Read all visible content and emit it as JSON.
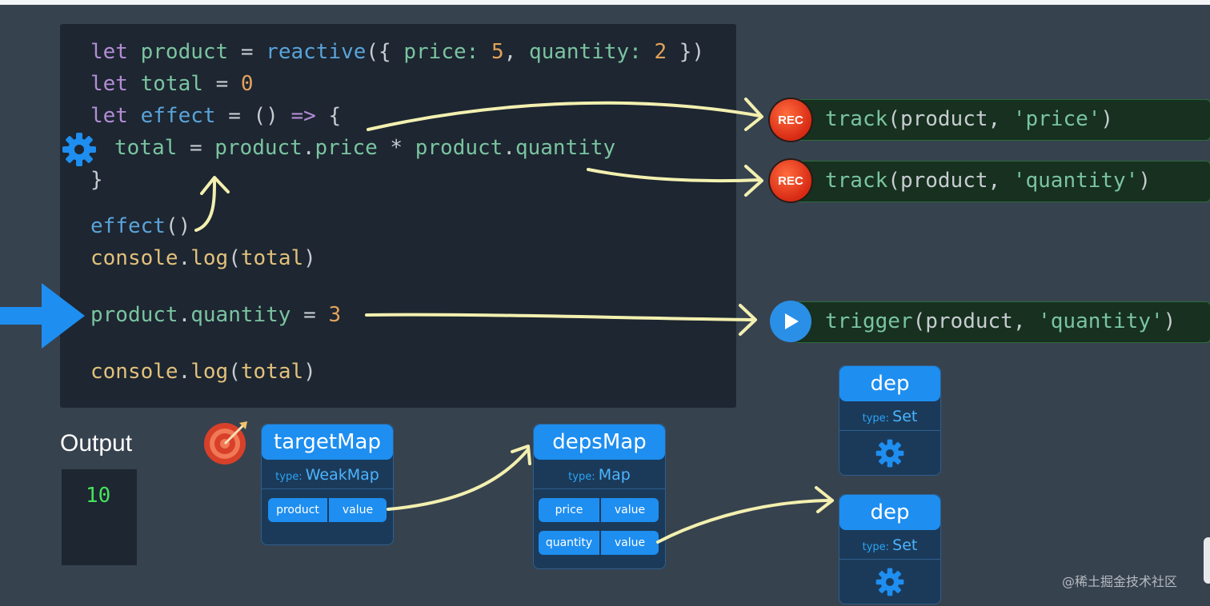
{
  "code": {
    "line1": {
      "kw": "let",
      "var": "product",
      "op": "=",
      "fn": "reactive",
      "rest1": "({ ",
      "k1": "price",
      "c1": ":",
      "n1": "5",
      "sep": ", ",
      "k2": "quantity",
      "c2": ":",
      "n2": "2",
      "end": " })"
    },
    "line2": {
      "kw": "let",
      "var": "total",
      "op": "=",
      "num": "0"
    },
    "line3": {
      "kw": "let",
      "var": "effect",
      "op": "=",
      "rest": "() ",
      "arrow": "=>",
      "brace": "{"
    },
    "line4": {
      "var": "total",
      "op": "=",
      "o1": "product",
      "dot1": ".",
      "p1": "price",
      "mul": "*",
      "o2": "product",
      "dot2": ".",
      "p2": "quantity"
    },
    "line5": {
      "brace": "}"
    },
    "line6": {
      "fn": "effect",
      "rest": "()"
    },
    "line7": {
      "obj": "console",
      "dot": ".",
      "fn": "log",
      "open": "(",
      "arg": "total",
      "close": ")"
    },
    "line8": {
      "obj": "product",
      "dot": ".",
      "prop": "quantity",
      "op": "=",
      "num": "3"
    },
    "line9": {
      "obj": "console",
      "dot": ".",
      "fn": "log",
      "open": "(",
      "arg": "total",
      "close": ")"
    }
  },
  "rec_rows": [
    {
      "badge": "REC",
      "fn": "track",
      "open": "(",
      "arg1": "product",
      "sep": ", ",
      "arg2": "'price'",
      "close": ")"
    },
    {
      "badge": "REC",
      "fn": "track",
      "open": "(",
      "arg1": "product",
      "sep": ", ",
      "arg2": "'quantity'",
      "close": ")"
    }
  ],
  "trigger_row": {
    "fn": "trigger",
    "open": "(",
    "arg1": "product",
    "sep": ", ",
    "arg2": "'quantity'",
    "close": ")"
  },
  "output": {
    "label": "Output",
    "value": "10"
  },
  "target_map": {
    "title": "targetMap",
    "type_label": "type:",
    "type_value": "WeakMap",
    "key": "product",
    "val": "value"
  },
  "deps_map": {
    "title": "depsMap",
    "type_label": "type:",
    "type_value": "Map",
    "rows": [
      {
        "key": "price",
        "val": "value"
      },
      {
        "key": "quantity",
        "val": "value"
      }
    ]
  },
  "dep_boxes": [
    {
      "title": "dep",
      "type_label": "type:",
      "type_value": "Set"
    },
    {
      "title": "dep",
      "type_label": "type:",
      "type_value": "Set"
    }
  ],
  "watermark": "@稀土掘金技术社区",
  "colors": {
    "background": "#37424f",
    "code_panel": "#1d2631",
    "accent_blue": "#1e8ef0",
    "rec_red": "#d82a14",
    "output_green": "#44e35a",
    "arrow_yellow": "#f3f0b0"
  },
  "icons": [
    "gear-icon",
    "rec-button",
    "play-button",
    "target-icon",
    "pointer-arrow"
  ]
}
